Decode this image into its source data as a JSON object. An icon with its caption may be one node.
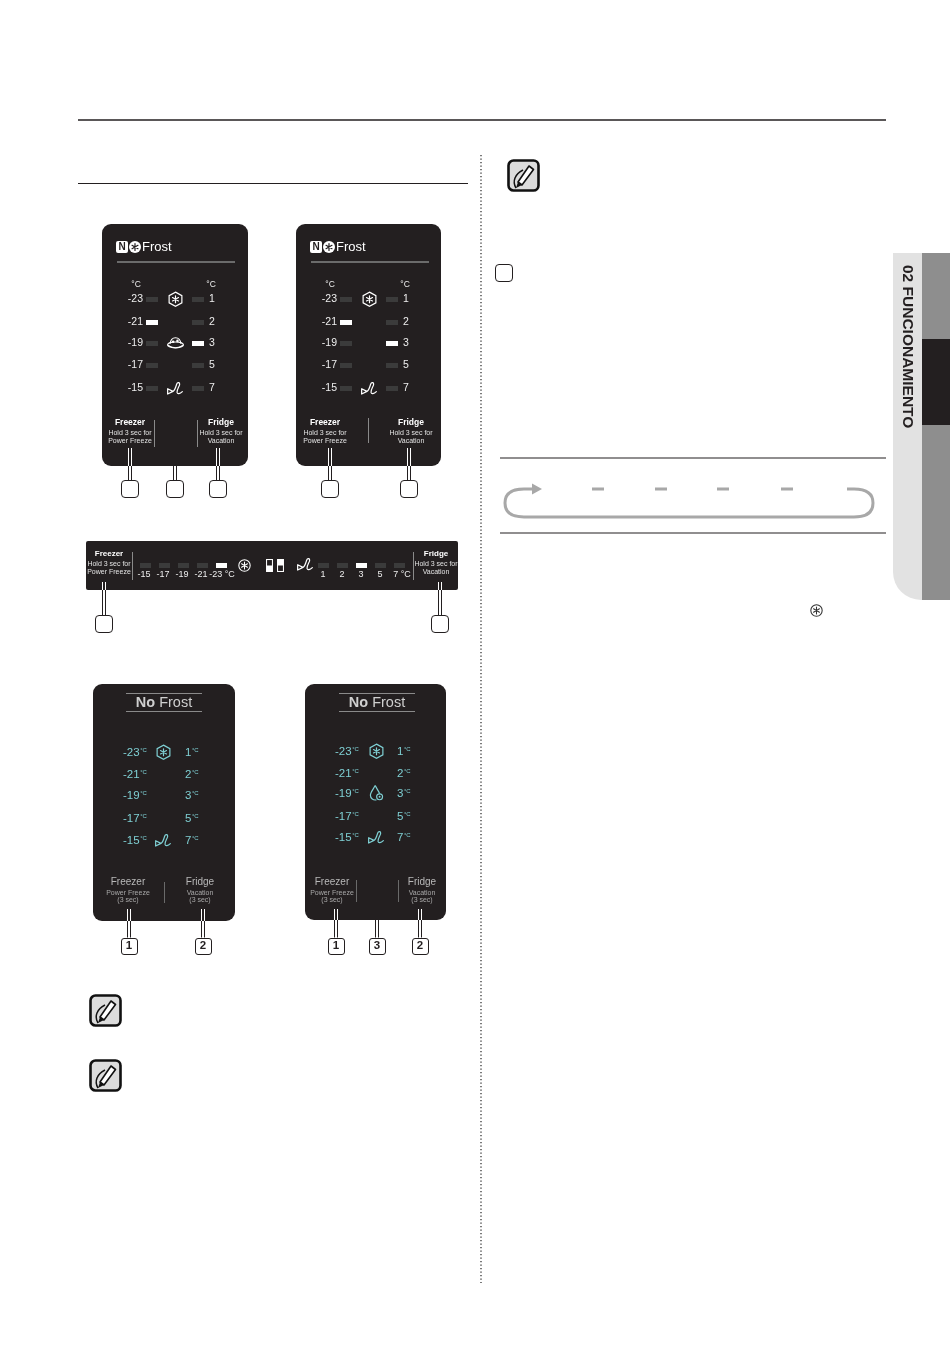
{
  "diagram": {
    "nodes": [
      {
        "text": [
          "N",
          "Frost",
          "°C",
          "°C",
          "-23",
          "1",
          "-21",
          "2",
          "-19",
          "3",
          "-17",
          "5",
          "-15",
          "7"
        ]
      },
      {
        "text": [
          "Freezer",
          "Hold 3 sec for Power Freeze"
        ],
        "in": 0
      },
      {
        "text": [
          "Fridge",
          "Hold 3 sec for Vacation"
        ],
        "in": 0
      },
      {
        "text": [],
        "shape": "box"
      },
      {
        "text": [],
        "shape": "box"
      },
      {
        "text": [],
        "shape": "box"
      },
      {
        "text": [
          "N",
          "Frost",
          "°C",
          "°C",
          "-23",
          "1",
          "-21",
          "2",
          "-19",
          "3",
          "-17",
          "5",
          "-15",
          "7"
        ]
      },
      {
        "text": [
          "Freezer",
          "Hold 3 sec for Power Freeze"
        ],
        "in": 6
      },
      {
        "text": [
          "Fridge",
          "Hold 3 sec for Vacation"
        ],
        "in": 6
      },
      {
        "text": [],
        "shape": "box"
      },
      {
        "text": [],
        "shape": "box"
      },
      {
        "text": [
          "-15",
          "-17",
          "-19",
          "-21",
          "-23 °C",
          "1",
          "2",
          "3",
          "5",
          "7 °C"
        ]
      },
      {
        "text": [
          "Freezer",
          "Hold 3 sec for Power Freeze"
        ],
        "in": 11
      },
      {
        "text": [
          "Fridge",
          "Hold 3 sec for Vacation"
        ],
        "in": 11
      },
      {
        "text": [],
        "shape": "box"
      },
      {
        "text": [],
        "shape": "box"
      },
      {
        "text": [
          "**No** Frost",
          "-23$^{°C}$",
          "1$^{°C}$",
          "-21$^{°C}$",
          "2$^{°C}$",
          "-19$^{°C}$",
          "3$^{°C}$",
          "-17$^{°C}$",
          "5$^{°C}$",
          "-15$^{°C}$",
          "7$^{°C}$"
        ]
      },
      {
        "text": [
          "Freezer",
          "Power Freeze (3 sec)"
        ],
        "in": 16
      },
      {
        "text": [
          "Fridge",
          "Vacation (3 sec)"
        ],
        "in": 16
      },
      {
        "text": [
          "1"
        ]
      },
      {
        "text": [
          "2"
        ]
      },
      {
        "text": [
          "**No** Frost",
          "-23$^{°C}$",
          "1$^{°C}$",
          "-21$^{°C}$",
          "2$^{°C}$",
          "-19$^{°C}$",
          "3$^{°C}$",
          "-17$^{°C}$",
          "5$^{°C}$",
          "-15$^{°C}$",
          "7$^{°C}$"
        ]
      },
      {
        "text": [
          "Freezer",
          "Power Freeze (3 sec)"
        ],
        "in": 21
      },
      {
        "text": [
          "Fridge",
          "Vacation (3 sec)"
        ],
        "in": 21
      },
      {
        "text": [
          "1"
        ]
      },
      {
        "text": [
          "3"
        ]
      },
      {
        "text": [
          "2"
        ]
      },
      {
        "text": [],
        "shape": "box"
      },
      {
        "text": [
          "02 FUNCIONAMIENTO"
        ]
      }
    ],
    "edges": [
      {
        "from": 3,
        "to": 1,
        "arrow": "none"
      },
      {
        "from": 4,
        "to": 0,
        "arrow": "none"
      },
      {
        "from": 5,
        "to": 2,
        "arrow": "none"
      },
      {
        "from": 9,
        "to": 7,
        "arrow": "none"
      },
      {
        "from": 10,
        "to": 8,
        "arrow": "none"
      },
      {
        "from": 14,
        "to": 12,
        "arrow": "none"
      },
      {
        "from": 15,
        "to": 13,
        "arrow": "none"
      },
      {
        "from": 19,
        "to": 17,
        "arrow": "none"
      },
      {
        "from": 20,
        "to": 18,
        "arrow": "none"
      },
      {
        "from": 24,
        "to": 22,
        "arrow": "none"
      },
      {
        "from": 25,
        "to": 21,
        "arrow": "none"
      },
      {
        "from": 26,
        "to": 23,
        "arrow": "none"
      }
    ]
  }
}
